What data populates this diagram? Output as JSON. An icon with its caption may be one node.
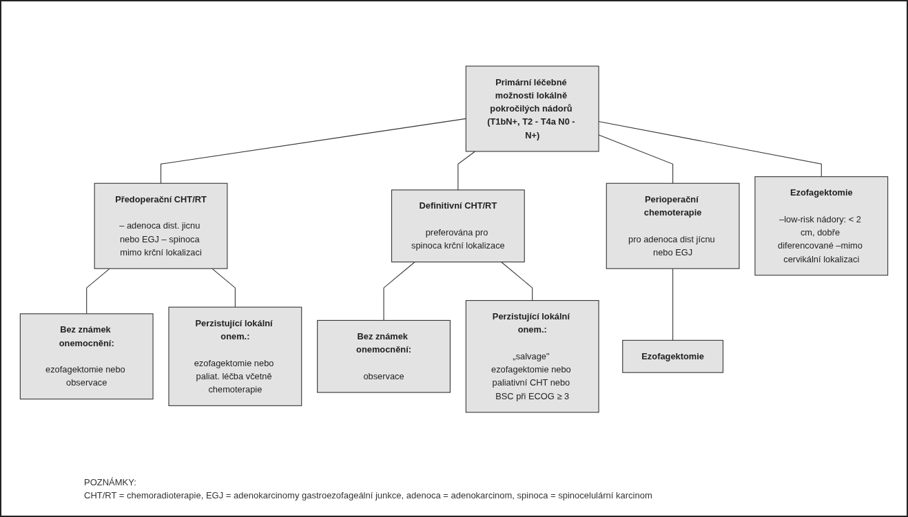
{
  "diagram": {
    "nodes": [
      {
        "text": [
          "Primární léčebné možnosti lokálně pokročilých nádorů (T1bN+, T2 - T4a N0 - N+)"
        ]
      },
      {
        "text": [
          "Předoperační CHT/RT",
          "– adenoca dist. jicnu nebo EGJ – spinoca mimo krční lokalizaci"
        ]
      },
      {
        "text": [
          "Definitivní CHT/RT",
          "preferována pro spinoca krční lokalizace"
        ]
      },
      {
        "text": [
          "Perioperační chemoterapie",
          "pro adenoca dist jícnu nebo EGJ"
        ]
      },
      {
        "text": [
          "Ezofagektomie",
          "–low-risk nádory: < 2 cm, dobře diferencované –mimo cervikální lokalizaci"
        ]
      },
      {
        "text": [
          "Bez známek onemocnění:",
          "ezofagektomie nebo observace"
        ]
      },
      {
        "text": [
          "Perzistující lokální onem.:",
          "ezofagektomie nebo paliat. léčba včetně chemoterapie"
        ]
      },
      {
        "text": [
          "Bez známek onemocnění:",
          "observace"
        ]
      },
      {
        "text": [
          "Perzistující lokální onem.:",
          "„salvage\" ezofagektomie nebo paliativní CHT nebo BSC při ECOG ≥ 3"
        ]
      },
      {
        "text": [
          "Ezofagektomie"
        ]
      }
    ],
    "edges": [
      {
        "from": 0,
        "to": 1,
        "arrow": "none"
      },
      {
        "from": 0,
        "to": 2,
        "arrow": "none"
      },
      {
        "from": 0,
        "to": 3,
        "arrow": "none"
      },
      {
        "from": 0,
        "to": 4,
        "arrow": "none"
      },
      {
        "from": 1,
        "to": 5,
        "arrow": "none"
      },
      {
        "from": 1,
        "to": 6,
        "arrow": "none"
      },
      {
        "from": 2,
        "to": 7,
        "arrow": "none"
      },
      {
        "from": 2,
        "to": 8,
        "arrow": "none"
      },
      {
        "from": 3,
        "to": 9,
        "arrow": "none"
      }
    ],
    "labels": [
      "POZNÁMKY:",
      "CHT/RT = chemoradioterapie, EGJ = adenokarcinomy gastroezofageální junkce, adenoca = adenokarcinom, spinoca = spinocelulární karcinom"
    ]
  }
}
